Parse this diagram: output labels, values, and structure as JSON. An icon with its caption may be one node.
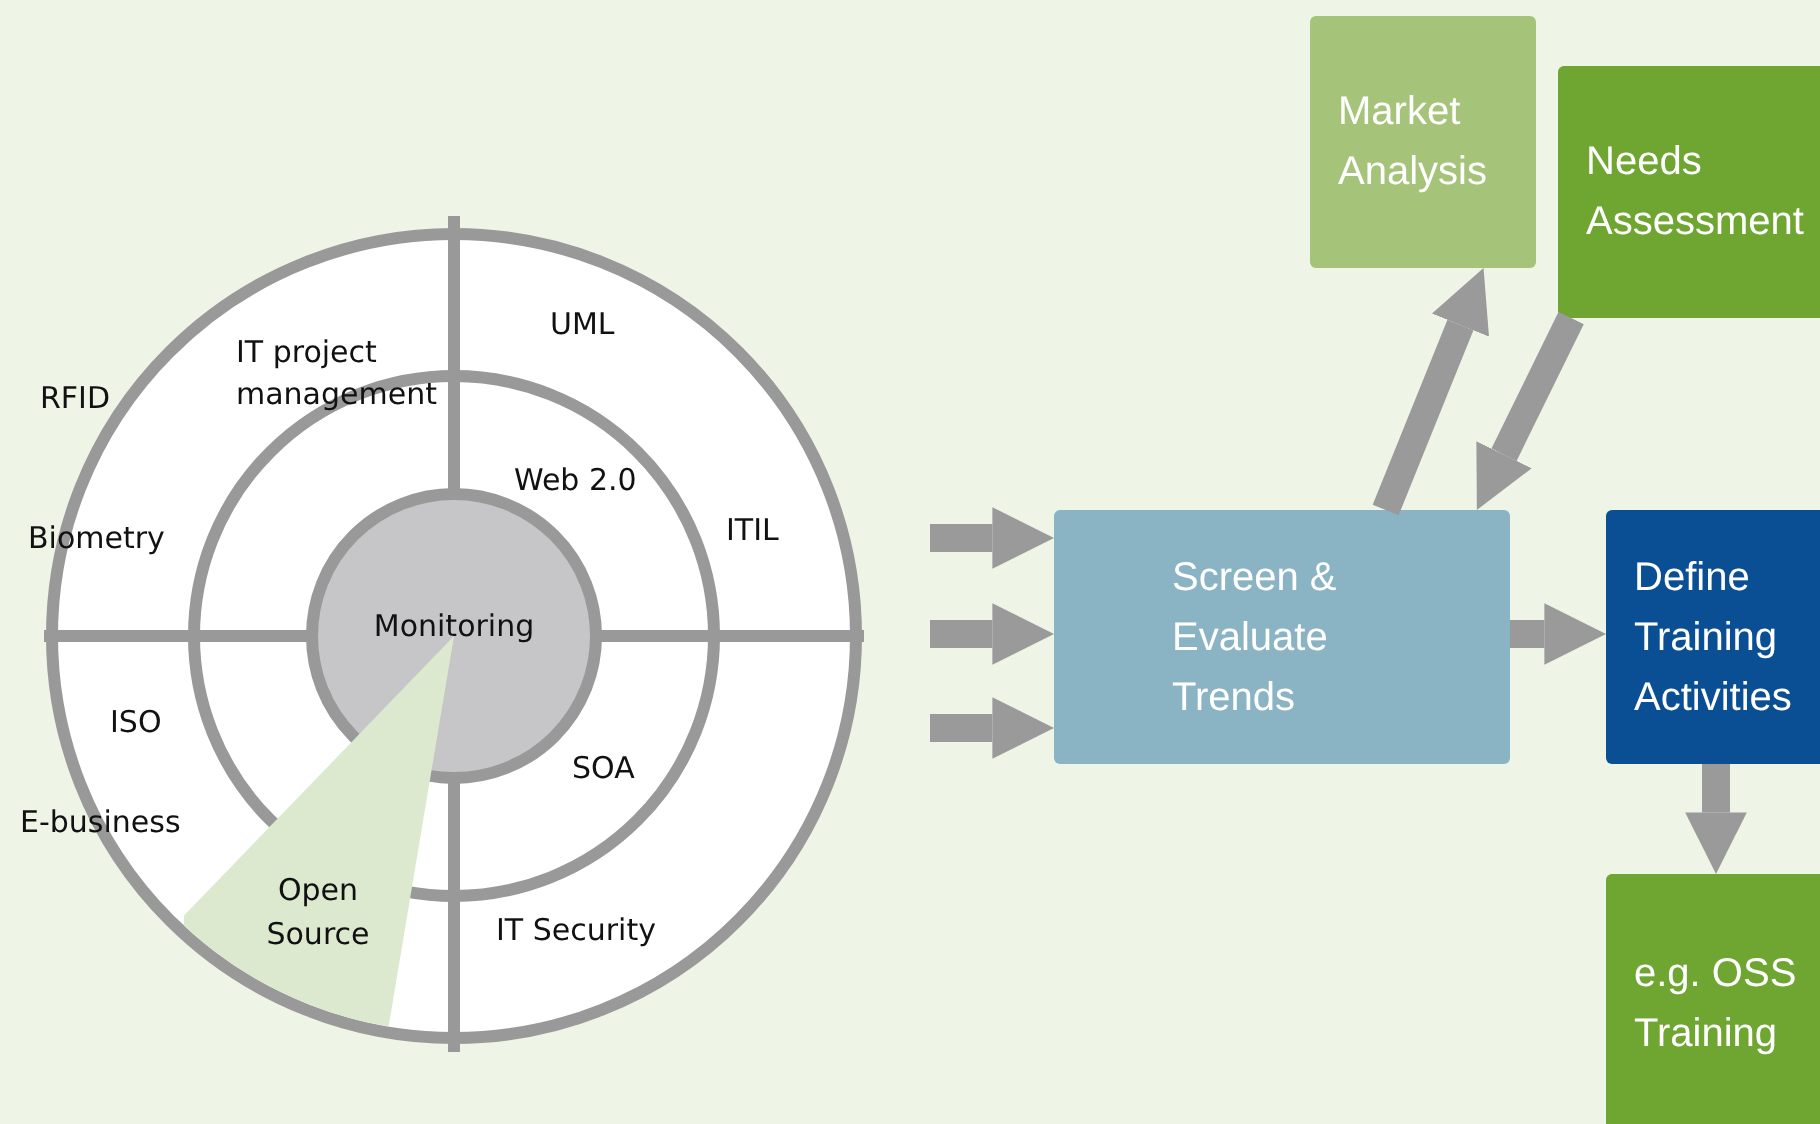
{
  "diagram": {
    "nodes": [
      {
        "text": [
          "Monitoring"
        ]
      },
      {
        "text": [
          "Open Source"
        ]
      },
      {
        "text": [
          "Market Analysis"
        ]
      },
      {
        "text": [
          "Needs Assessment"
        ]
      },
      {
        "text": [
          "Screen & Evaluate Trends"
        ]
      },
      {
        "text": [
          "Define Training Activities"
        ]
      },
      {
        "text": [
          "e.g. OSS Training"
        ]
      }
    ],
    "edges": [
      {
        "from": null,
        "to": 4,
        "arrow": "to"
      },
      {
        "from": null,
        "to": 4,
        "arrow": "to"
      },
      {
        "from": null,
        "to": 4,
        "arrow": "to"
      },
      {
        "from": 4,
        "to": 2,
        "arrow": "to"
      },
      {
        "from": 3,
        "to": 4,
        "arrow": "to"
      },
      {
        "from": 4,
        "to": 5,
        "arrow": "to"
      },
      {
        "from": 5,
        "to": 6,
        "arrow": "to"
      }
    ],
    "labels": [
      "RFID",
      "IT project management",
      "UML",
      "Biometry",
      "Web 2.0",
      "ITIL",
      "ISO",
      "SOA",
      "E-business",
      "IT Security"
    ]
  }
}
